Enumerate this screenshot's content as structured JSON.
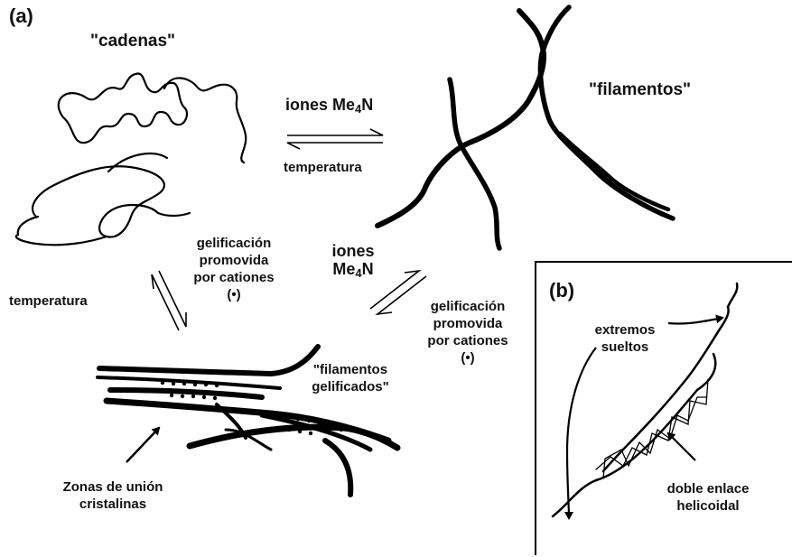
{
  "panel_a": {
    "letter": "(a)",
    "cadenas": "\"cadenas\"",
    "filamentos": "\"filamentos\"",
    "top_eq": {
      "reagent": "iones Me",
      "reagent_sub": "4",
      "reagent_tail": "N",
      "reverse": "temperatura"
    },
    "left_eq": {
      "reverse": "temperatura",
      "forward_lines": [
        "gelificación",
        "promovida",
        "por cationes",
        "(•)"
      ]
    },
    "right_eq": {
      "reagent_line1": "iones",
      "reagent_line2": "Me",
      "reagent_sub": "4",
      "reagent_tail": "N",
      "forward_lines": [
        "gelificación",
        "promovida",
        "por cationes",
        "(•)"
      ]
    },
    "gel": {
      "line1": "\"filamentos",
      "line2": "gelificados\""
    },
    "zonas": {
      "line1": "Zonas de unión",
      "line2": "cristalinas"
    }
  },
  "panel_b": {
    "letter": "(b)",
    "extremos": {
      "line1": "extremos",
      "line2": "sueltos"
    },
    "doble": {
      "line1": "doble enlace",
      "line2": "helicoidal"
    }
  }
}
